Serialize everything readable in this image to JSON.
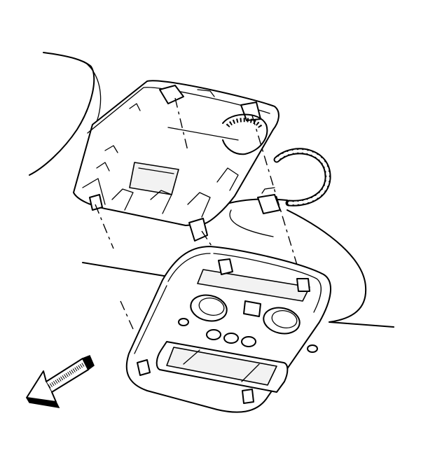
{
  "diagram": {
    "parts": [
      {
        "id": "headliner",
        "icon": "headliner-outline"
      },
      {
        "id": "mounting-bracket",
        "icon": "overhead-console-bracket"
      },
      {
        "id": "overhead-console",
        "icon": "overhead-console"
      },
      {
        "id": "wire-harness",
        "icon": "wiring-harness"
      },
      {
        "id": "electrical-connector",
        "icon": "connector"
      },
      {
        "id": "front-arrow",
        "icon": "front-direction-arrow"
      }
    ],
    "alignment_lines": 4
  }
}
